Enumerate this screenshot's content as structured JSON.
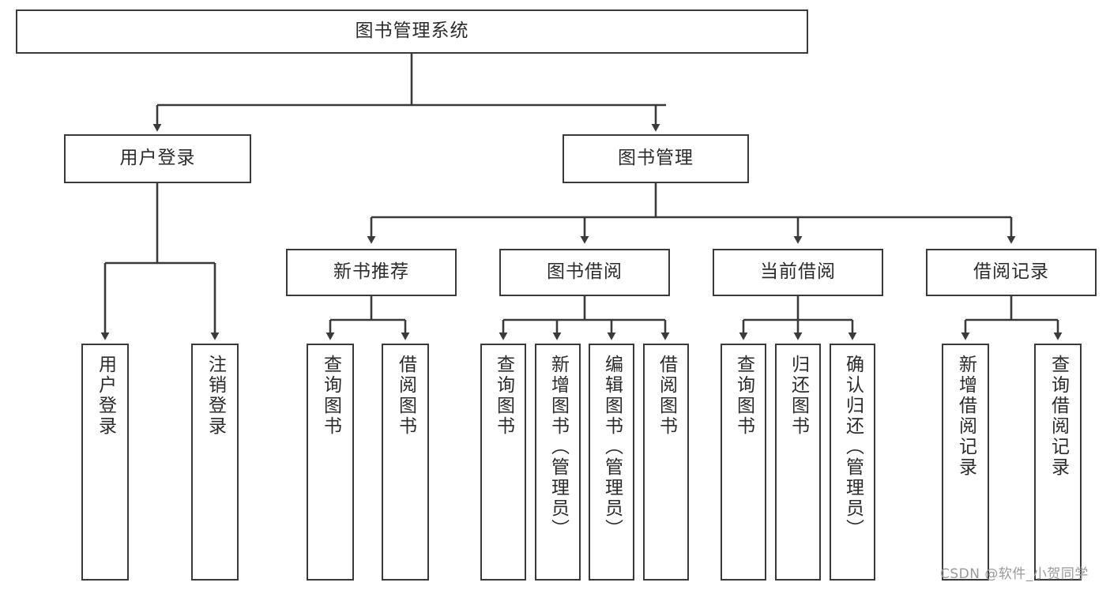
{
  "diagram": {
    "type": "tree-hierarchy-chart",
    "title": "图书管理系统",
    "orientation": "top-down",
    "line_color": "#3a3a3a",
    "box_fill": "#ffffff",
    "text_color": "#2b2b2b"
  },
  "root": {
    "label": "图书管理系统"
  },
  "level2": [
    {
      "label": "用户登录"
    },
    {
      "label": "图书管理"
    }
  ],
  "level3": [
    {
      "label": "新书推荐"
    },
    {
      "label": "图书借阅"
    },
    {
      "label": "当前借阅"
    },
    {
      "label": "借阅记录"
    }
  ],
  "leaves": {
    "user_login": [
      {
        "label": "用户登录"
      },
      {
        "label": "注销登录"
      }
    ],
    "new_book_recommend": [
      {
        "label": "查询图书"
      },
      {
        "label": "借阅图书"
      }
    ],
    "book_borrow": [
      {
        "label": "查询图书"
      },
      {
        "label": "新增图书（管理员）"
      },
      {
        "label": "编辑图书（管理员）"
      },
      {
        "label": "借阅图书"
      }
    ],
    "current_borrow": [
      {
        "label": "查询图书"
      },
      {
        "label": "归还图书"
      },
      {
        "label": "确认归还（管理员）"
      }
    ],
    "borrow_record": [
      {
        "label": "新增借阅记录"
      },
      {
        "label": "查询借阅记录"
      }
    ]
  },
  "watermark": {
    "text": "CSDN @软件_小贺同学"
  }
}
